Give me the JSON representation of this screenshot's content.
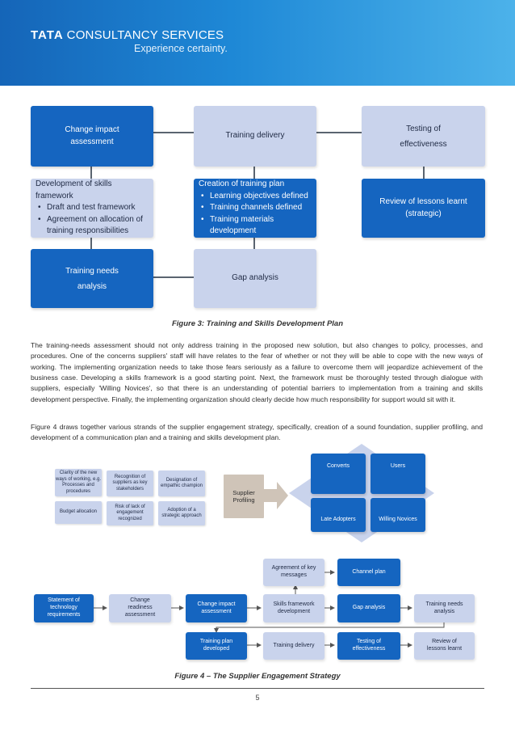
{
  "header": {
    "brand": "TATA",
    "brand_rest": "CONSULTANCY SERVICES",
    "tagline": "Experience certainty."
  },
  "figure3": {
    "boxes": {
      "change_impact": "Change impact assessment",
      "training_delivery": "Training delivery",
      "testing": "Testing of effectiveness",
      "skills_title": "Development of skills framework",
      "skills_items": [
        "Draft and test framework",
        "Agreement on allocation of training responsibilities"
      ],
      "plan_title": "Creation of training plan",
      "plan_items": [
        "Learning objectives defined",
        "Training channels defined",
        "Training materials development"
      ],
      "review": "Review of lessons learnt (strategic)",
      "needs": "Training needs analysis",
      "gap": "Gap analysis"
    },
    "caption": "Figure 3: Training and Skills Development Plan"
  },
  "body": {
    "para1": "The training-needs assessment should not only address training in the proposed new solution, but also changes to policy, processes, and procedures. One of the concerns suppliers' staff will have relates to the fear of whether or not they will be able to cope with the new ways of working. The implementing organization needs to take those fears seriously as a failure to overcome them will jeopardize achievement of the business case. Developing a skills framework is a good starting point. Next, the framework must be thoroughly tested through dialogue with suppliers, especially 'Willing Novices', so that there is an understanding of potential barriers to implementation from a training and skills development perspective. Finally, the implementing organization should clearly decide how much responsibility for support would sit with it.",
    "para2": "Figure 4 draws together various strands of the supplier engagement strategy, specifically, creation of a sound foundation, supplier profiling, and development of a communication plan and a training and skills development plan."
  },
  "figure4": {
    "foundation": {
      "clarity": "Clarity of the new ways of working, e.g. Processes and procedures",
      "recognition": "Recognition of suppliers as key stakeholders",
      "designation": "Designation of empathic champion",
      "budget": "Budget allocation",
      "risk": "Risk of lack of engagement recognized",
      "adoption": "Adoption of a strategic approach"
    },
    "profiling": "Supplier Profiling",
    "quadrants": {
      "converts": "Converts",
      "users": "Users",
      "late_adopters": "Late Adopters",
      "willing_novices": "Willing Novices"
    },
    "flow": {
      "agreement": "Agreement of key messages",
      "channel": "Channel plan",
      "statement": "Statement of technology requirements",
      "readiness": "Change readiness assessment",
      "impact": "Change impact assessment",
      "skills": "Skills framework development",
      "gap": "Gap analysis",
      "needs": "Training needs analysis",
      "plan": "Training plan developed",
      "delivery": "Training delivery",
      "testing": "Testing of effectiveness",
      "review": "Review of lessons learnt"
    },
    "caption": "Figure 4 – The Supplier Engagement Strategy"
  },
  "footer": {
    "page": "5"
  },
  "colors": {
    "dark_box": "#1565c0",
    "light_box": "#c9d3ec",
    "header_start": "#1565b8",
    "header_end": "#4cb2ea"
  }
}
